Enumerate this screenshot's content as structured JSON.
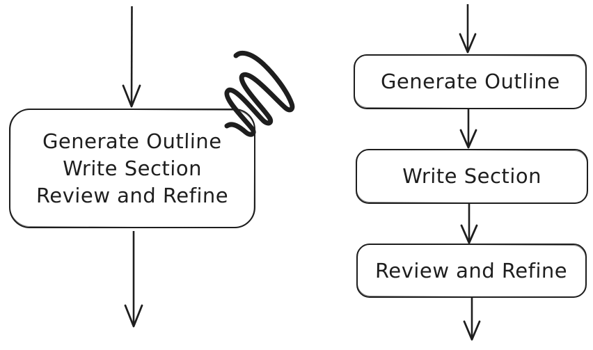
{
  "diagram": {
    "style": "hand-drawn flowchart",
    "background_color": "#ffffff",
    "stroke_color": "#1e1e1e",
    "left_flow": {
      "description": "single combined process node with incoming and outgoing arrows, marked with a scribble annotation",
      "combined_node": {
        "lines": [
          "Generate Outline",
          "Write Section",
          "Review and Refine"
        ]
      },
      "annotation_icon": "scribble-icon"
    },
    "right_flow": {
      "description": "three sequential process nodes connected by downward arrows",
      "nodes": [
        {
          "label": "Generate Outline"
        },
        {
          "label": "Write Section"
        },
        {
          "label": "Review and Refine"
        }
      ]
    }
  }
}
